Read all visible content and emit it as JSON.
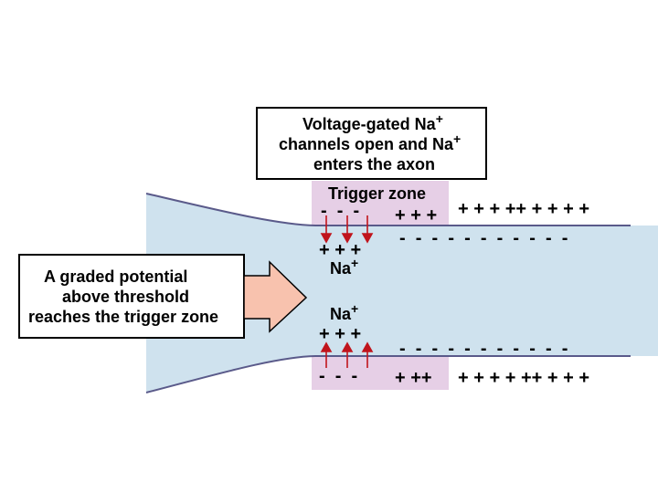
{
  "top_callout": {
    "line1": "Voltage-gated Na",
    "line1_sup": "+",
    "line2": "channels open and Na",
    "line2_sup": "+",
    "line3": "enters the axon"
  },
  "left_callout": {
    "line1": "A graded potential",
    "line2": "above threshold",
    "line3": "reaches the trigger zone"
  },
  "trigger_zone": {
    "label": "Trigger zone"
  },
  "ion_labels": {
    "upper": "Na",
    "upper_sup": "+",
    "lower": "Na",
    "lower_sup": "+"
  },
  "charges": {
    "zone_outer_top": "-  -  -",
    "zone_inner_top": "+ + +",
    "zone_inner_bottom": "+ + +",
    "zone_outer_bottom": "-  -  -",
    "zone_edge_top": "+ + +",
    "zone_edge_bottom": "+ ++",
    "right_outer_top": "+ + + ++ + + + +",
    "right_inner_top": "-  -  -  -  -  -  -  -  -  -  -",
    "right_inner_bottom": "-  -  -  -  -  -  -  -  -  -  -",
    "right_outer_bottom": "+ + + + ++ + + +"
  },
  "colors": {
    "axon_fill": "#cfe2ee",
    "axon_outline": "#5a5a8a",
    "trigger_zone_fill": "#e6cfe6",
    "arrow_fill": "#f8c2ae",
    "ion_arrow": "#c0141c"
  }
}
